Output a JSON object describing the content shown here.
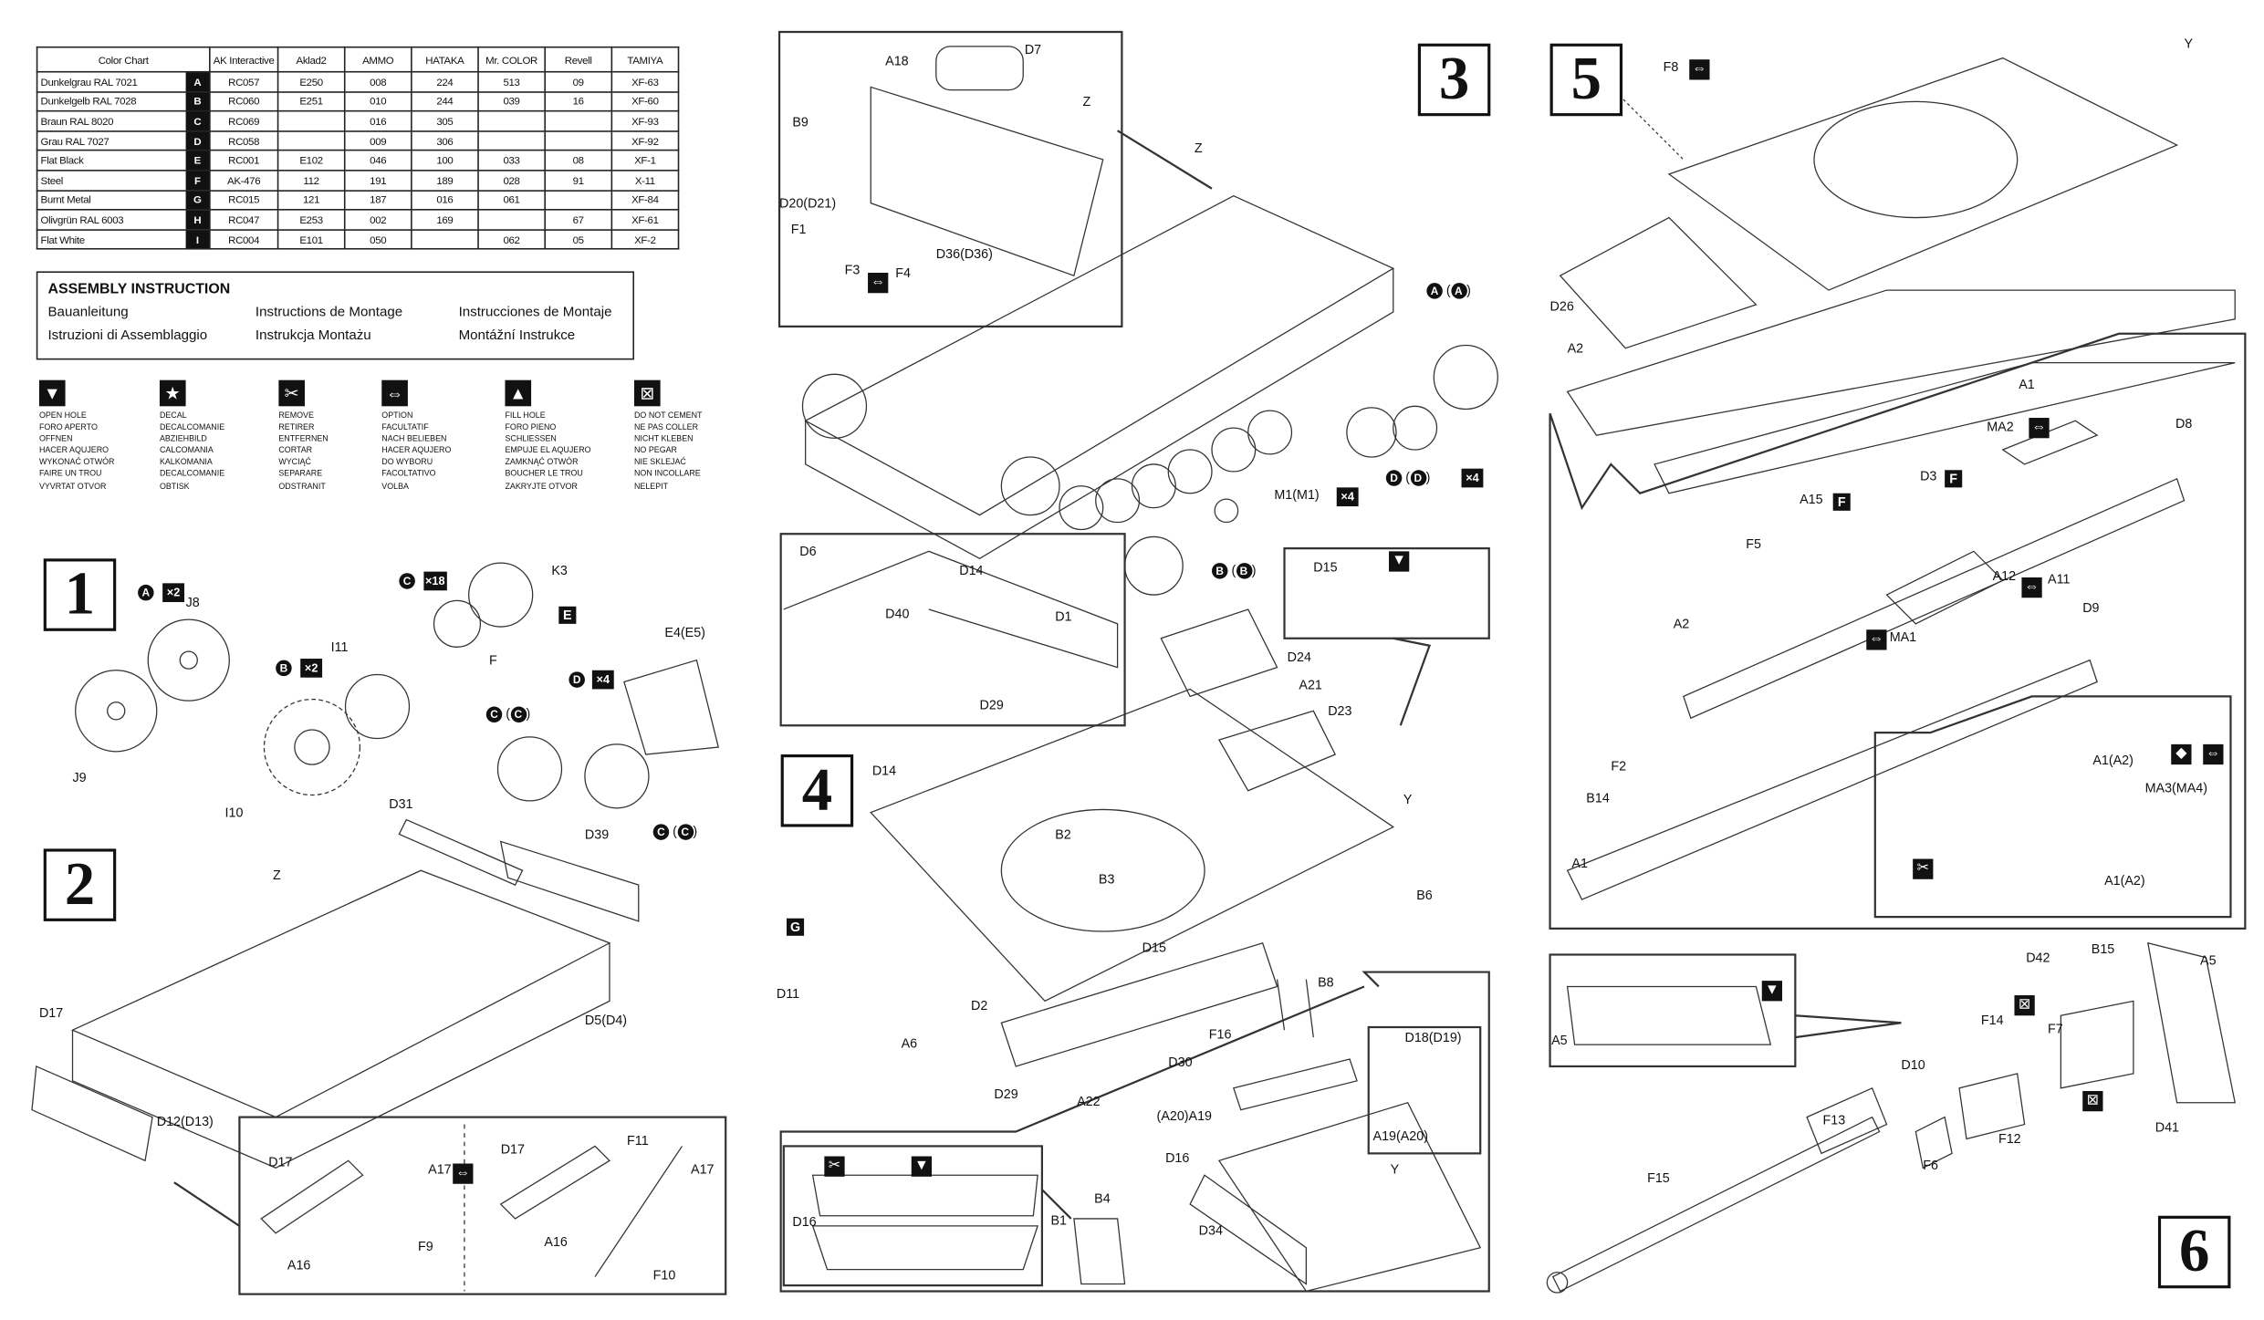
{
  "color_chart": {
    "headers": [
      "Color Chart",
      "AK Interactive",
      "Aklad2",
      "AMMO",
      "HATAKA",
      "Mr. COLOR",
      "Revell",
      "TAMIYA"
    ],
    "rows": [
      {
        "name": "Dunkelgrau RAL 7021",
        "letter": "A",
        "values": [
          "RC057",
          "E250",
          "008",
          "224",
          "513",
          "09",
          "XF-63"
        ]
      },
      {
        "name": "Dunkelgelb RAL 7028",
        "letter": "B",
        "values": [
          "RC060",
          "E251",
          "010",
          "244",
          "039",
          "16",
          "XF-60"
        ]
      },
      {
        "name": "Braun RAL 8020",
        "letter": "C",
        "values": [
          "RC069",
          "",
          "016",
          "305",
          "",
          "",
          "XF-93"
        ]
      },
      {
        "name": "Grau RAL 7027",
        "letter": "D",
        "values": [
          "RC058",
          "",
          "009",
          "306",
          "",
          "",
          "XF-92"
        ]
      },
      {
        "name": "Flat Black",
        "letter": "E",
        "values": [
          "RC001",
          "E102",
          "046",
          "100",
          "033",
          "08",
          "XF-1"
        ]
      },
      {
        "name": "Steel",
        "letter": "F",
        "values": [
          "AK-476",
          "112",
          "191",
          "189",
          "028",
          "91",
          "X-11"
        ]
      },
      {
        "name": "Burnt Metal",
        "letter": "G",
        "values": [
          "RC015",
          "121",
          "187",
          "016",
          "061",
          "",
          "XF-84"
        ]
      },
      {
        "name": "Olivgrün RAL 6003",
        "letter": "H",
        "values": [
          "RC047",
          "E253",
          "002",
          "169",
          "",
          "67",
          "XF-61"
        ]
      },
      {
        "name": "Flat White",
        "letter": "I",
        "values": [
          "RC004",
          "E101",
          "050",
          "",
          "062",
          "05",
          "XF-2"
        ]
      }
    ]
  },
  "assembly": {
    "title": "ASSEMBLY INSTRUCTION",
    "languages": [
      "Bauanleitung",
      "Instructions de Montage",
      "Instrucciones de Montaje",
      "Istruzioni di Assemblaggio",
      "Instrukcja Montażu",
      "Montážní Instrukce"
    ]
  },
  "symbols": [
    {
      "icon": "open-hole-icon",
      "glyph": "▼",
      "lines": [
        "OPEN HOLE",
        "FORO APERTO",
        "OFFNEN",
        "HACER AQUJERO",
        "WYKONAĆ OTWÓR",
        "FAIRE UN TROU",
        "VYVRTAT OTVOR"
      ]
    },
    {
      "icon": "decal-icon",
      "glyph": "★",
      "lines": [
        "DECAL",
        "DECALCOMANIE",
        "ABZIEHBILD",
        "CALCOMANIA",
        "KALKOMANIA",
        "DECALCOMANIE",
        "OBTISK"
      ]
    },
    {
      "icon": "remove-icon",
      "glyph": "✂",
      "lines": [
        "REMOVE",
        "RETIRER",
        "ENTFERNEN",
        "CORTAR",
        "WYCIĄĆ",
        "SEPARARE",
        "ODSTRANIT"
      ]
    },
    {
      "icon": "option-icon",
      "glyph": "⇔",
      "lines": [
        "OPTION",
        "FACULTATIF",
        "NACH BELIEBEN",
        "HACER AQUJERO",
        "DO WYBORU",
        "FACOLTATIVO",
        "VOLBA"
      ]
    },
    {
      "icon": "fill-hole-icon",
      "glyph": "▲",
      "lines": [
        "FILL HOLE",
        "FORO PIENO",
        "SCHLIESSEN",
        "EMPUJE EL AQUJERO",
        "ZAMKNĄĆ OTWÓR",
        "BOUCHER LE TROU",
        "ZAKRYJTE OTVOR"
      ]
    },
    {
      "icon": "do-not-cement-icon",
      "glyph": "⊠",
      "lines": [
        "DO NOT CEMENT",
        "NE PAS COLLER",
        "NICHT KLEBEN",
        "NO PEGAR",
        "NIE SKLEJAĆ",
        "NON INCOLLARE",
        "NELEPIT"
      ]
    }
  ],
  "steps": [
    {
      "number": "1",
      "labels": [
        {
          "k": "paint",
          "t": "A"
        },
        {
          "k": "qty",
          "t": "×2"
        },
        {
          "k": "part",
          "t": "J8"
        },
        {
          "k": "part",
          "t": "J9"
        },
        {
          "k": "paint",
          "t": "B"
        },
        {
          "k": "qty",
          "t": "×2"
        },
        {
          "k": "part",
          "t": "I11"
        },
        {
          "k": "part",
          "t": "I10"
        },
        {
          "k": "paint",
          "t": "C"
        },
        {
          "k": "qty",
          "t": "×18"
        },
        {
          "k": "part",
          "t": "K3"
        },
        {
          "k": "sq",
          "t": "E"
        },
        {
          "k": "part",
          "t": "F"
        },
        {
          "k": "paint",
          "t": "D"
        },
        {
          "k": "qty",
          "t": "×4"
        },
        {
          "k": "part",
          "t": "E4(E5)"
        },
        {
          "k": "pair",
          "t": "C"
        },
        {
          "k": "pair",
          "t": "C"
        }
      ]
    },
    {
      "number": "2",
      "labels": [
        {
          "k": "part",
          "t": "D31"
        },
        {
          "k": "part",
          "t": "D39"
        },
        {
          "k": "part",
          "t": "Z"
        },
        {
          "k": "part",
          "t": "D5(D4)"
        },
        {
          "k": "part",
          "t": "D17"
        },
        {
          "k": "part",
          "t": "D12(D13)"
        },
        {
          "k": "part",
          "t": "D17"
        },
        {
          "k": "part",
          "t": "A17"
        },
        {
          "k": "part",
          "t": "A16"
        },
        {
          "k": "part",
          "t": "F9"
        },
        {
          "k": "icon",
          "t": "⇔"
        },
        {
          "k": "part",
          "t": "D17"
        },
        {
          "k": "part",
          "t": "F11"
        },
        {
          "k": "part",
          "t": "A17"
        },
        {
          "k": "part",
          "t": "A16"
        },
        {
          "k": "part",
          "t": "F10"
        }
      ]
    },
    {
      "number": "3",
      "labels": [
        {
          "k": "part",
          "t": "A18"
        },
        {
          "k": "part",
          "t": "D7"
        },
        {
          "k": "part",
          "t": "Z"
        },
        {
          "k": "part",
          "t": "B9"
        },
        {
          "k": "part",
          "t": "D20(D21)"
        },
        {
          "k": "part",
          "t": "F1"
        },
        {
          "k": "part",
          "t": "F3"
        },
        {
          "k": "part",
          "t": "F4"
        },
        {
          "k": "part",
          "t": "D36(D36)"
        },
        {
          "k": "part",
          "t": "Z"
        },
        {
          "k": "pair",
          "t": "A"
        },
        {
          "k": "pair",
          "t": "D"
        },
        {
          "k": "qty",
          "t": "×4"
        },
        {
          "k": "part",
          "t": "M1(M1)"
        },
        {
          "k": "qty",
          "t": "×4"
        },
        {
          "k": "pair",
          "t": "B"
        },
        {
          "k": "icon",
          "t": "⇔"
        }
      ]
    },
    {
      "number": "4",
      "labels": [
        {
          "k": "part",
          "t": "D6"
        },
        {
          "k": "part",
          "t": "D14"
        },
        {
          "k": "part",
          "t": "D40"
        },
        {
          "k": "part",
          "t": "D1"
        },
        {
          "k": "part",
          "t": "D29"
        },
        {
          "k": "part",
          "t": "D15"
        },
        {
          "k": "part",
          "t": "D24"
        },
        {
          "k": "part",
          "t": "A21"
        },
        {
          "k": "part",
          "t": "D23"
        },
        {
          "k": "part",
          "t": "Y"
        },
        {
          "k": "part",
          "t": "D14"
        },
        {
          "k": "part",
          "t": "B2"
        },
        {
          "k": "part",
          "t": "B3"
        },
        {
          "k": "part",
          "t": "B6"
        },
        {
          "k": "sq",
          "t": "G"
        },
        {
          "k": "part",
          "t": "D11"
        },
        {
          "k": "part",
          "t": "A6"
        },
        {
          "k": "part",
          "t": "D15"
        },
        {
          "k": "part",
          "t": "B8"
        },
        {
          "k": "part",
          "t": "D2"
        },
        {
          "k": "part",
          "t": "F16"
        },
        {
          "k": "part",
          "t": "D30"
        },
        {
          "k": "part",
          "t": "D29"
        },
        {
          "k": "part",
          "t": "A22"
        },
        {
          "k": "part",
          "t": "D18(D19)"
        },
        {
          "k": "part",
          "t": "(A20)A19"
        },
        {
          "k": "part",
          "t": "A19(A20)"
        },
        {
          "k": "part",
          "t": "D16"
        },
        {
          "k": "part",
          "t": "Y"
        },
        {
          "k": "part",
          "t": "B4"
        },
        {
          "k": "part",
          "t": "B1"
        },
        {
          "k": "part",
          "t": "D34"
        },
        {
          "k": "part",
          "t": "D16"
        },
        {
          "k": "icon",
          "t": "▼"
        },
        {
          "k": "icon",
          "t": "✂"
        },
        {
          "k": "icon",
          "t": "▼"
        }
      ]
    },
    {
      "number": "5",
      "labels": [
        {
          "k": "part",
          "t": "F8"
        },
        {
          "k": "part",
          "t": "Y"
        },
        {
          "k": "part",
          "t": "D26"
        },
        {
          "k": "part",
          "t": "A2"
        },
        {
          "k": "part",
          "t": "A1"
        },
        {
          "k": "part",
          "t": "MA2"
        },
        {
          "k": "part",
          "t": "D8"
        },
        {
          "k": "part",
          "t": "A15"
        },
        {
          "k": "sq",
          "t": "F"
        },
        {
          "k": "part",
          "t": "D3"
        },
        {
          "k": "sq",
          "t": "F"
        },
        {
          "k": "part",
          "t": "F5"
        },
        {
          "k": "part",
          "t": "A12"
        },
        {
          "k": "part",
          "t": "A11"
        },
        {
          "k": "part",
          "t": "D9"
        },
        {
          "k": "part",
          "t": "A2"
        },
        {
          "k": "part",
          "t": "MA1"
        },
        {
          "k": "part",
          "t": "F2"
        },
        {
          "k": "part",
          "t": "B14"
        },
        {
          "k": "part",
          "t": "A1"
        },
        {
          "k": "part",
          "t": "A1(A2)"
        },
        {
          "k": "part",
          "t": "MA3(MA4)"
        },
        {
          "k": "part",
          "t": "A1(A2)"
        },
        {
          "k": "icon",
          "t": "⇔"
        },
        {
          "k": "icon",
          "t": "⇔"
        },
        {
          "k": "icon",
          "t": "⇔"
        },
        {
          "k": "icon",
          "t": "⇔"
        },
        {
          "k": "icon",
          "t": "◆"
        },
        {
          "k": "icon",
          "t": "⇔"
        },
        {
          "k": "icon",
          "t": "✂"
        }
      ]
    },
    {
      "number": "6",
      "labels": [
        {
          "k": "part",
          "t": "A5"
        },
        {
          "k": "part",
          "t": "D42"
        },
        {
          "k": "part",
          "t": "B15"
        },
        {
          "k": "part",
          "t": "A5"
        },
        {
          "k": "part",
          "t": "F14"
        },
        {
          "k": "part",
          "t": "F7"
        },
        {
          "k": "part",
          "t": "D10"
        },
        {
          "k": "part",
          "t": "F13"
        },
        {
          "k": "part",
          "t": "F12"
        },
        {
          "k": "part",
          "t": "F6"
        },
        {
          "k": "part",
          "t": "D41"
        },
        {
          "k": "part",
          "t": "F15"
        },
        {
          "k": "icon",
          "t": "▼"
        },
        {
          "k": "icon",
          "t": "⊠"
        },
        {
          "k": "icon",
          "t": "⊠"
        }
      ]
    }
  ]
}
